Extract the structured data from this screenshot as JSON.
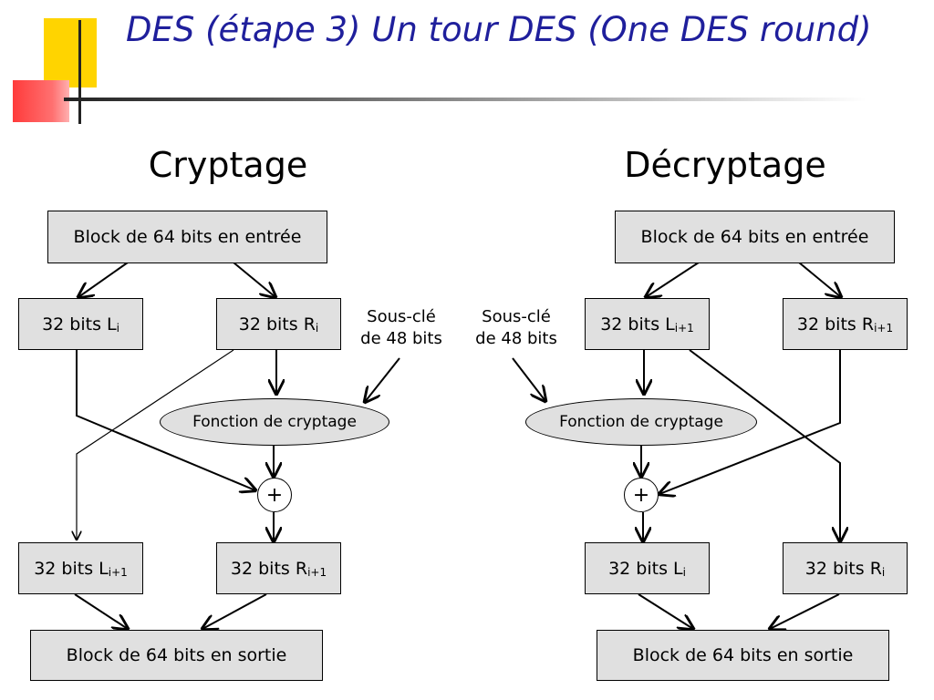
{
  "title": "DES (étape 3) Un tour DES (One DES round)",
  "left": {
    "heading": "Cryptage",
    "input_block": "Block de 64 bits en entrée",
    "l_prefix": "32 bits L",
    "l_sub": "i",
    "r_prefix": "32 bits R",
    "r_sub": "i",
    "subkey_line1": "Sous-clé",
    "subkey_line2": "de 48 bits",
    "function": "Fonction de cryptage",
    "xor": "+",
    "l_next_prefix": "32 bits L",
    "l_next_sub": "i+1",
    "r_next_prefix": "32 bits R",
    "r_next_sub": "i+1",
    "output_block": "Block de 64 bits en sortie"
  },
  "right": {
    "heading": "Décryptage",
    "input_block": "Block de 64 bits en entrée",
    "l_prefix": "32 bits L",
    "l_sub": "i+1",
    "r_prefix": "32 bits R",
    "r_sub": "i+1",
    "subkey_line1": "Sous-clé",
    "subkey_line2": "de 48 bits",
    "function": "Fonction de cryptage",
    "xor": "+",
    "l_out_prefix": "32 bits L",
    "l_out_sub": "i",
    "r_out_prefix": "32 bits R",
    "r_out_sub": "i",
    "output_block": "Block de 64 bits en sortie"
  },
  "colors": {
    "title": "#1f1f9c",
    "box_fill": "#e0e0e0",
    "deco_yellow": "#ffd400",
    "deco_red": "#ff3b3b"
  }
}
